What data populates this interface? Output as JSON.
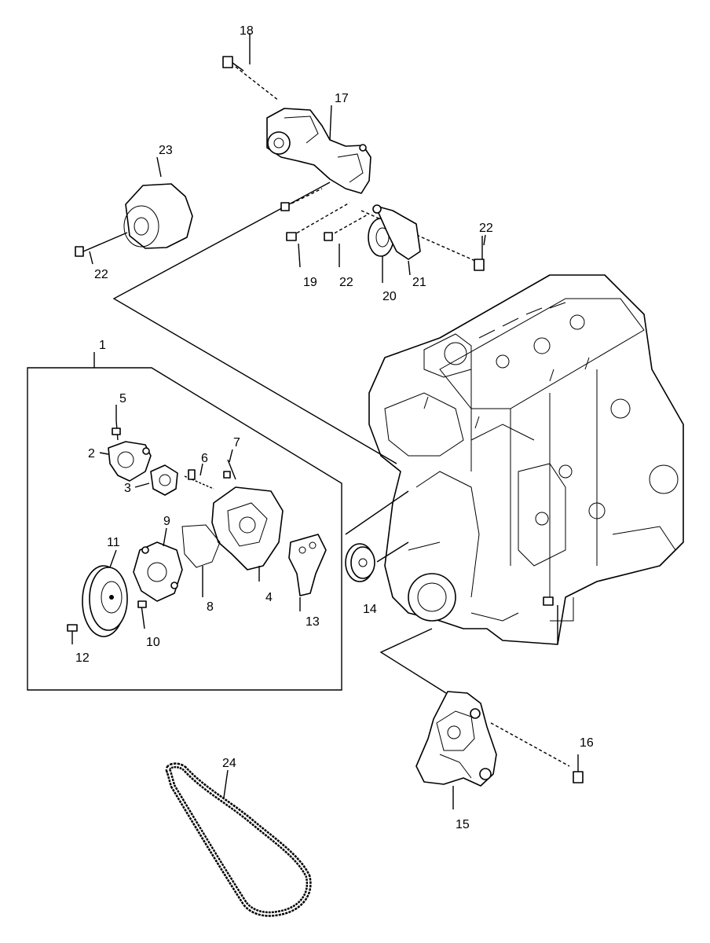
{
  "colors": {
    "ink": "#000000",
    "paper": "#ffffff"
  },
  "callouts": {
    "c1": "1",
    "c2": "2",
    "c3": "3",
    "c4": "4",
    "c5": "5",
    "c6": "6",
    "c7": "7",
    "c8": "8",
    "c9": "9",
    "c10": "10",
    "c11": "11",
    "c12": "12",
    "c13": "13",
    "c14": "14",
    "c15": "15",
    "c16": "16",
    "c17": "17",
    "c18": "18",
    "c19": "19",
    "c20": "20",
    "c21": "21",
    "c22a": "22",
    "c22b": "22",
    "c22c": "22",
    "c23": "23",
    "c24": "24"
  }
}
